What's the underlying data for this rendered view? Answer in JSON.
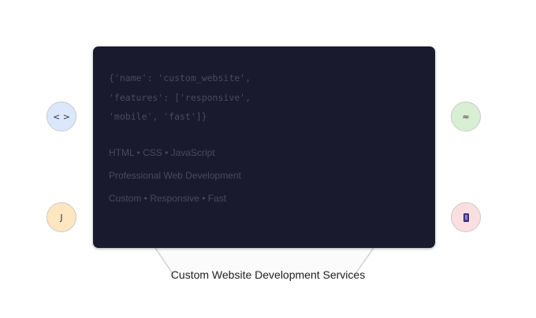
{
  "screen": {
    "code_lines": [
      "{'name': 'custom_website',",
      "'features': ['responsive',",
      "'mobile', 'fast']}"
    ],
    "taglines": [
      "HTML • CSS • JavaScript",
      "Professional Web Development",
      "Custom • Responsive • Fast"
    ]
  },
  "caption": "Custom Website Development Services",
  "icons": {
    "code": {
      "glyph": "< >",
      "name": "code-brackets-icon",
      "bg": "#dbe8fb"
    },
    "js": {
      "glyph": "J",
      "name": "javascript-icon",
      "bg": "#fde6c0"
    },
    "css": {
      "glyph": "≈",
      "name": "css-waves-icon",
      "bg": "#d8efd4"
    },
    "device": {
      "name": "mobile-device-icon",
      "bg": "#fbdfe0"
    }
  },
  "colors": {
    "screen_bg": "#1a1a2e",
    "screen_text": "#4a4a5c",
    "caption": "#222222"
  }
}
